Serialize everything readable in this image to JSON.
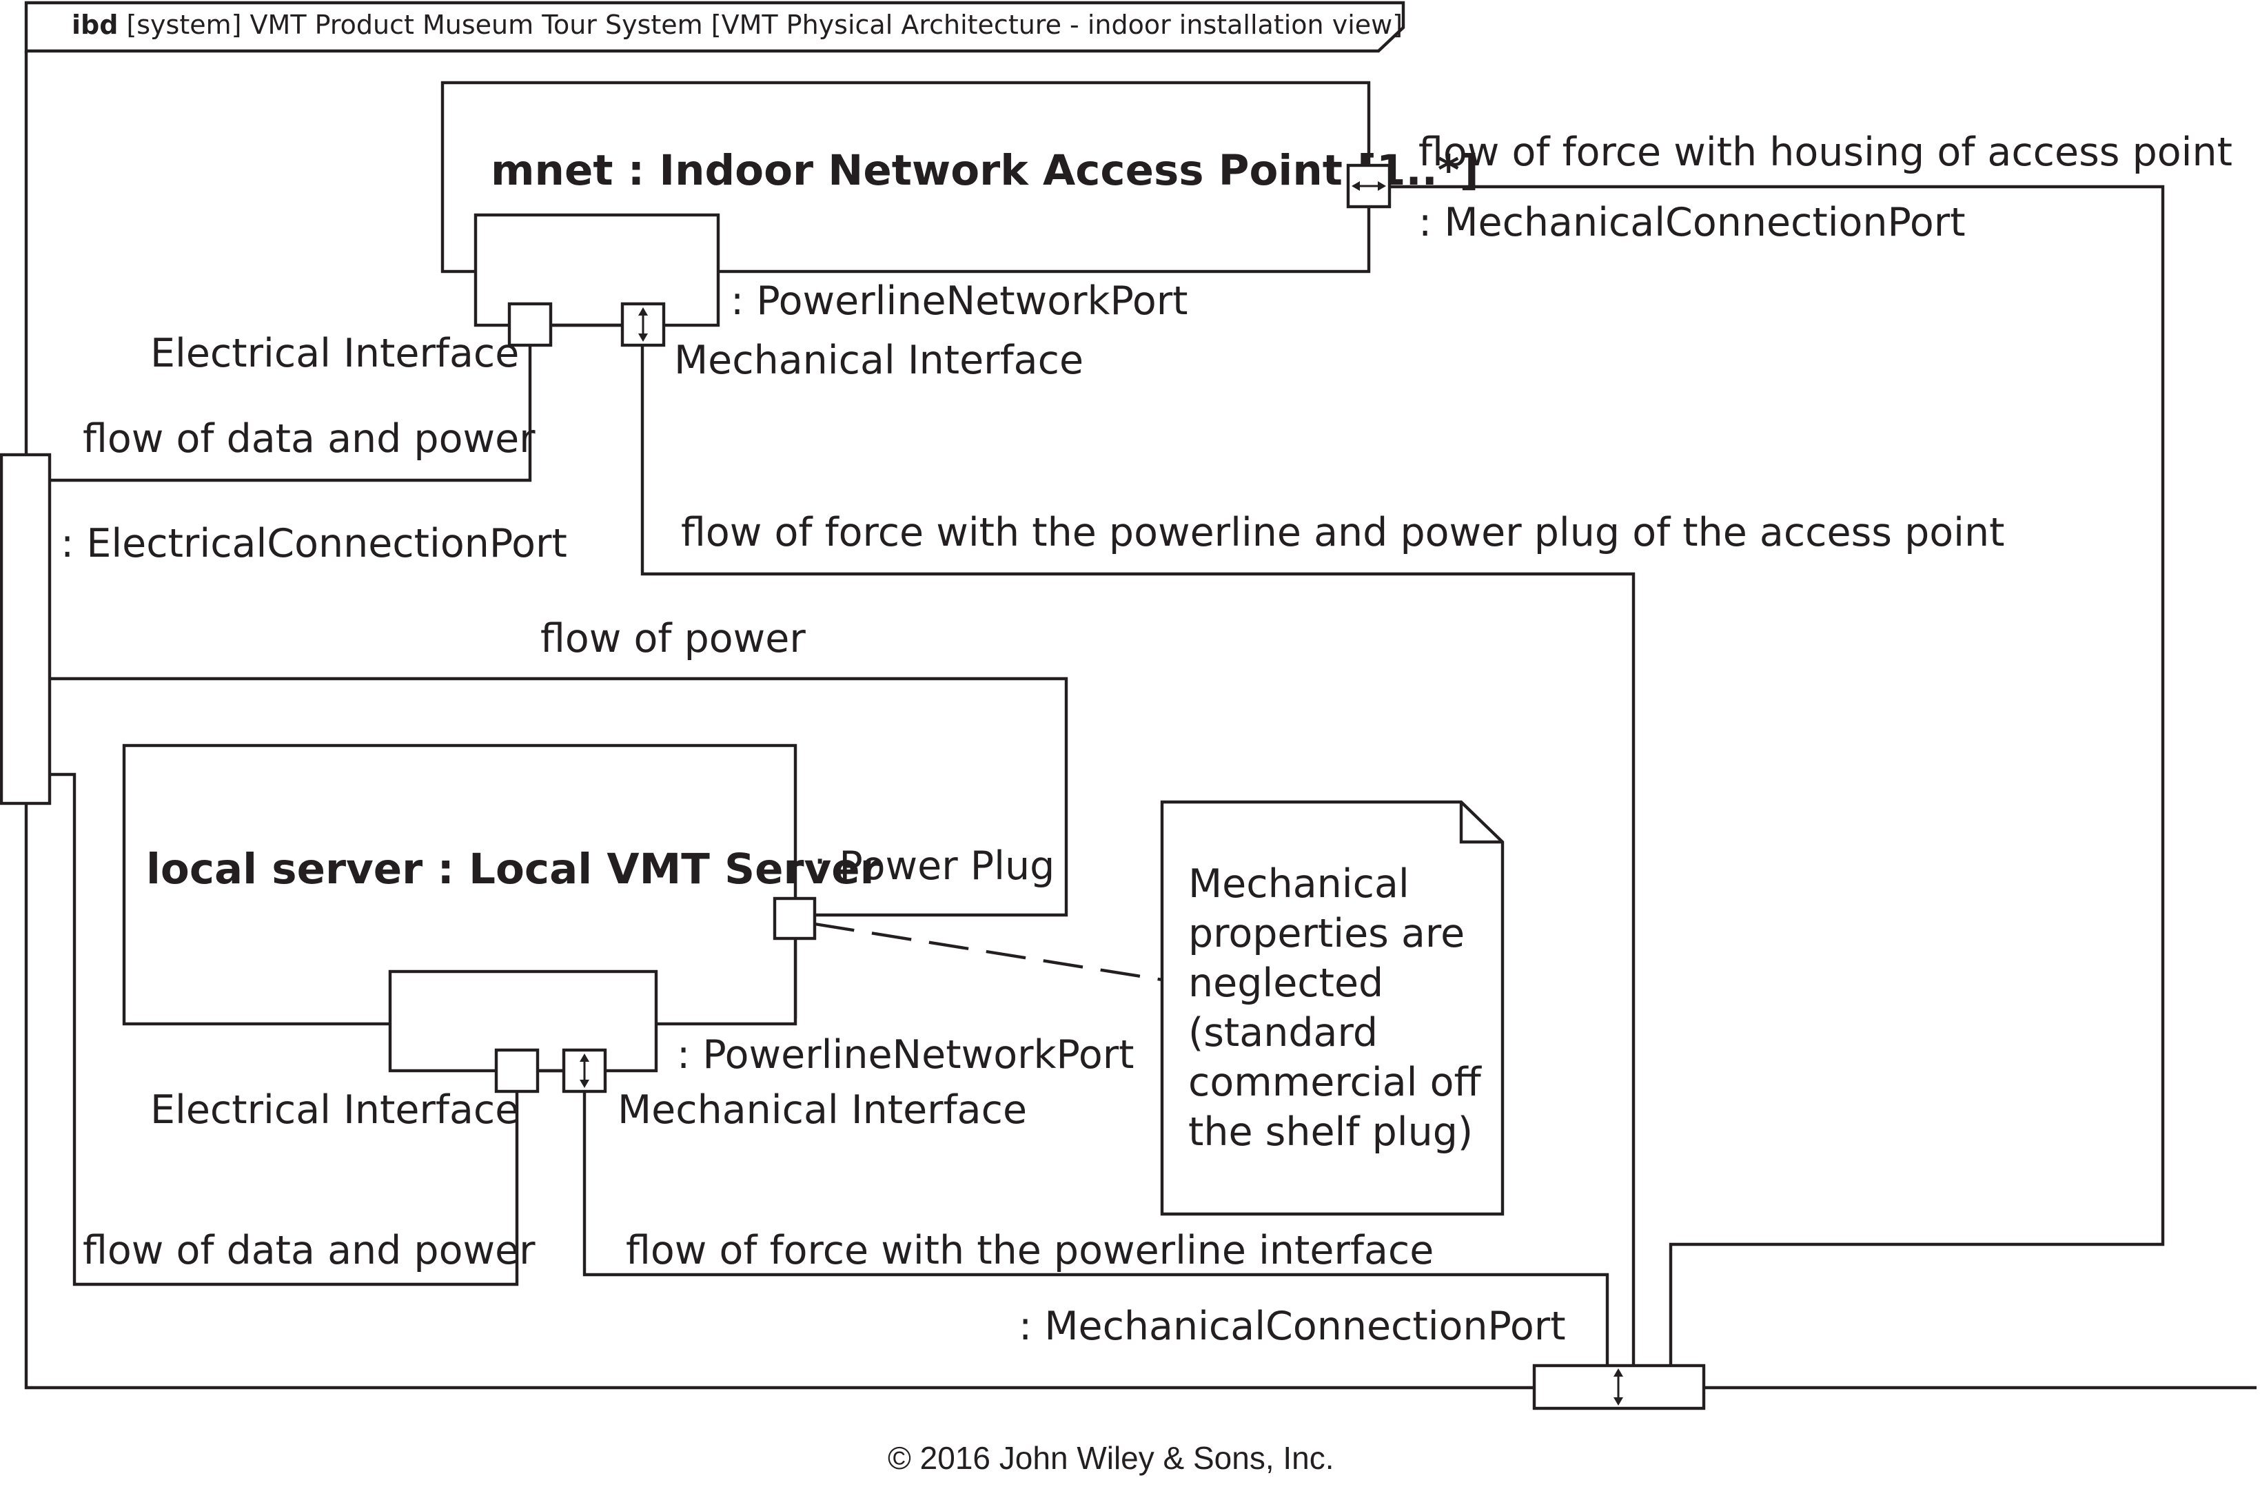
{
  "frame": {
    "keyword": "ibd",
    "title": "[system] VMT Product Museum Tour System [VMT Physical Architecture - indoor installation view]"
  },
  "parts": {
    "access_point": "mnet : Indoor Network Access Point [1..*]",
    "local_server": "local server : Local VMT Server"
  },
  "ports": {
    "mech_connection_top": ": MechanicalConnectionPort",
    "powerline_top": ": PowerlineNetworkPort",
    "electrical_connection": ": ElectricalConnectionPort",
    "power_plug": ": Power Plug",
    "powerline_bottom": ": PowerlineNetworkPort",
    "mech_connection_bottom": ": MechanicalConnectionPort"
  },
  "interfaces": {
    "electrical_top": "Electrical Interface",
    "mechanical_top": "Mechanical Interface",
    "electrical_bottom": "Electrical Interface",
    "mechanical_bottom": "Mechanical Interface"
  },
  "flows": {
    "force_housing": "flow of force with housing of access point",
    "data_power_top": "flow of data and power",
    "force_powerline_plug": "flow of force with the powerline and power plug of the access point",
    "power": "flow of power",
    "data_power_bottom": "flow of data and power",
    "force_powerline_interface": "flow of force with the powerline interface"
  },
  "note": {
    "lines": [
      "Mechanical",
      "properties are",
      "neglected",
      "(standard",
      "commercial off",
      "the shelf plug)"
    ]
  },
  "copyright": "© 2016 John Wiley & Sons, Inc."
}
